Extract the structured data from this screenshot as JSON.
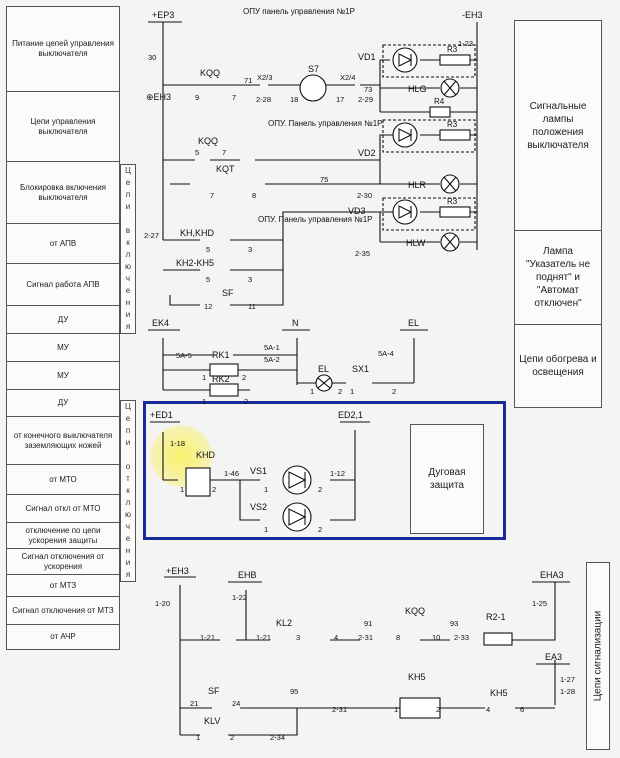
{
  "left_sections": [
    {
      "label": "Питание цепей управления выключателя"
    },
    {
      "label": "Цепи управления выключателя"
    },
    {
      "label": "Блокировка включения выключателя"
    },
    {
      "label": "от АПВ"
    },
    {
      "label": "Сигнал работа АПВ"
    },
    {
      "label": "ДУ"
    },
    {
      "label": "МУ"
    },
    {
      "label": "МУ"
    },
    {
      "label": "ДУ"
    },
    {
      "label": "от конечного выключателя заземляющих ножей"
    },
    {
      "label": "от МТО"
    },
    {
      "label": "Сигнал откл от МТО"
    },
    {
      "label": "отключение по цепи ускорения защиты"
    },
    {
      "label": "Сигнал отключения от ускорения"
    },
    {
      "label": "от МТЗ"
    },
    {
      "label": "Сигнал отключения от МТЗ"
    },
    {
      "label": "от АЧР"
    }
  ],
  "left_vertical_1": "Цепи включения",
  "left_vertical_2": "Цепи отключения",
  "right_sections": [
    {
      "label": "Сигнальные лампы положения выключателя"
    },
    {
      "label": "Лампа \"Указатель не поднят\" и \"Автомат отключен\""
    },
    {
      "label": "Цепи обогрева и освещения"
    }
  ],
  "signal_label": "Цепи сигнализации",
  "arc_protection": "Дуговая защита",
  "schematic": {
    "bus_EP3": "+EP3",
    "bus_EH3_top": "-EH3",
    "bus_EH3_mid": "⊕EH3",
    "opu1": "ОПУ панель управления №1Р",
    "opu2": "ОПУ. Панель управления №1Р",
    "opu3": "ОПУ. Панель управления №1Р",
    "VD1": "VD1",
    "VD2": "VD2",
    "VD3": "VD3",
    "HLG": "HLG",
    "HLR": "HLR",
    "HLW": "HLW",
    "R3a": "R3",
    "R3b": "R3",
    "R3c": "R3",
    "R4": "R4",
    "KQQ1": "KQQ",
    "KQQ2": "KQQ",
    "KQT": "KQT",
    "S7": "S7",
    "KHKHD": "KH,KHD",
    "KH2KH5": "KH2-KH5",
    "SF1": "SF",
    "EK4": "EK4",
    "N": "N",
    "EL1": "EL",
    "EL2": "EL",
    "RK1": "RK1",
    "RK2": "RK2",
    "SX1": "SX1",
    "ED1": "+ED1",
    "ED21": "ED2,1",
    "KHD": "KHD",
    "VS1": "VS1",
    "VS2": "VS2",
    "EH3b": "+EH3",
    "EHB": "EHB",
    "EHA3": "EHA3",
    "EA3": "EA3",
    "KL2": "KL2",
    "KQQ3": "KQQ",
    "R21": "R2-1",
    "SF2": "SF",
    "KLV": "KLV",
    "KH5a": "KH5",
    "KH5b": "KH5",
    "n30": "30",
    "n9": "9",
    "n7": "7",
    "n71": "71",
    "nX23": "X2/3",
    "n228": "2-28",
    "n18": "18",
    "nX24": "X2/4",
    "n17": "17",
    "n73": "73",
    "n123": "1-23",
    "n229": "2-29",
    "n5a": "5",
    "n7b": "7",
    "n7c": "7",
    "n8": "8",
    "n75": "75",
    "n230": "2-30",
    "n227": "2-27",
    "n5b": "5",
    "n3a": "3",
    "n5c": "5",
    "n3b": "3",
    "n12": "12",
    "n11": "11",
    "n235": "2-35",
    "n5A5": "5A-5",
    "n5A1": "5A-1",
    "n5A2": "5A-2",
    "n5A4": "5A-4",
    "n1a": "1",
    "n2a": "2",
    "n1b": "1",
    "n2b": "2",
    "n1c": "1",
    "n2c": "2",
    "n1d": "1",
    "n2d": "2",
    "n118": "1-18",
    "n146": "1-46",
    "n112": "1-12",
    "n1e": "1",
    "n2e": "2",
    "n1f": "1",
    "n2f": "2",
    "n1g": "1",
    "n2g": "2",
    "n120": "1-20",
    "n122": "1-22",
    "n121a": "1-21",
    "n121b": "1-21",
    "n3c": "3",
    "n4": "4",
    "n91": "91",
    "n231a": "2-31",
    "n8b": "8",
    "n10": "10",
    "n93": "93",
    "n233": "2-33",
    "n125": "1-25",
    "n127": "1-27",
    "n128": "1-28",
    "n21": "21",
    "n24": "24",
    "n95": "95",
    "n231b": "2-31",
    "n1h": "1",
    "n2h": "2",
    "n4b": "4",
    "n6": "6",
    "n1i": "1",
    "n2i": "2",
    "n234": "2-34"
  }
}
